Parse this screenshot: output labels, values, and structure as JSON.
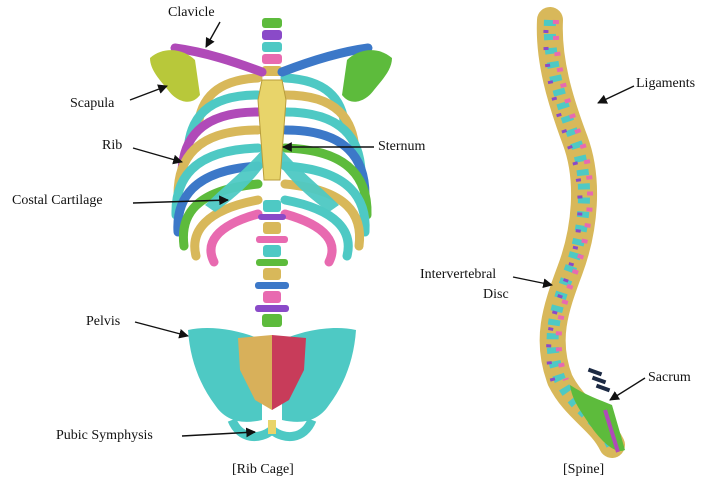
{
  "figure": {
    "rib_cage_caption": "[Rib Cage]",
    "spine_caption": "[Spine]"
  },
  "labels": {
    "clavicle": "Clavicle",
    "scapula": "Scapula",
    "rib": "Rib",
    "costal_cartilage": "Costal Cartilage",
    "pelvis": "Pelvis",
    "pubic_symphysis": "Pubic Symphysis",
    "sternum": "Sternum",
    "ligaments": "Ligaments",
    "intervertebral_disc_line1": "Intervertebral",
    "intervertebral_disc_line2": "Disc",
    "sacrum": "Sacrum"
  },
  "colors": {
    "cartilage": "#4ec9c4",
    "rib_gold": "#d8b85a",
    "scapula_green": "#5dbb3c",
    "clavicle_purple": "#b04ab8",
    "clavicle_blue": "#3c78c8",
    "pelvis_teal": "#4ec9c4",
    "sacrum_red": "#c83c5a",
    "sacrum_gold": "#d8b05a",
    "vertebra_pink": "#e86ab0",
    "vertebra_purple": "#8a4ac8",
    "vertebra_green": "#5dbb3c",
    "disc_blue": "#3c78c8"
  }
}
